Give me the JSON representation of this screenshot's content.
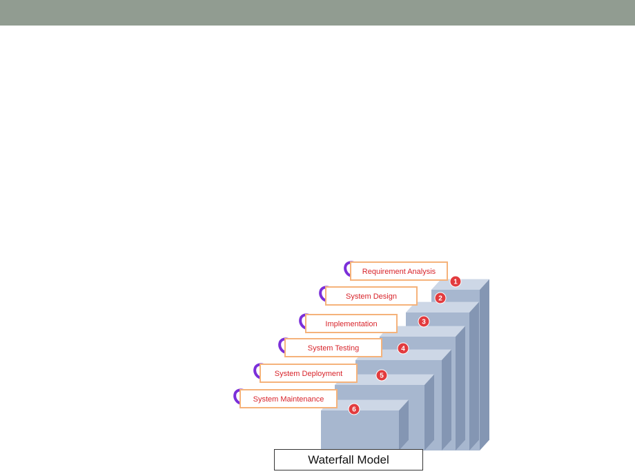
{
  "header": {
    "bar_color": "#919c91"
  },
  "diagram": {
    "caption": "Waterfall Model",
    "steps": [
      {
        "number": "1",
        "label": "Requirement Analysis"
      },
      {
        "number": "2",
        "label": "System Design"
      },
      {
        "number": "3",
        "label": "Implementation"
      },
      {
        "number": "4",
        "label": "System Testing"
      },
      {
        "number": "5",
        "label": "System Deployment"
      },
      {
        "number": "6",
        "label": "System Maintenance"
      }
    ],
    "colors": {
      "step_top": "#cdd7e6",
      "step_front": "#a7b7cf",
      "step_side": "#8496b3",
      "label_border": "#f5b27a",
      "label_text": "#d8232a",
      "number_badge": "#e23b3e",
      "hook": "#7b2fd9"
    }
  }
}
